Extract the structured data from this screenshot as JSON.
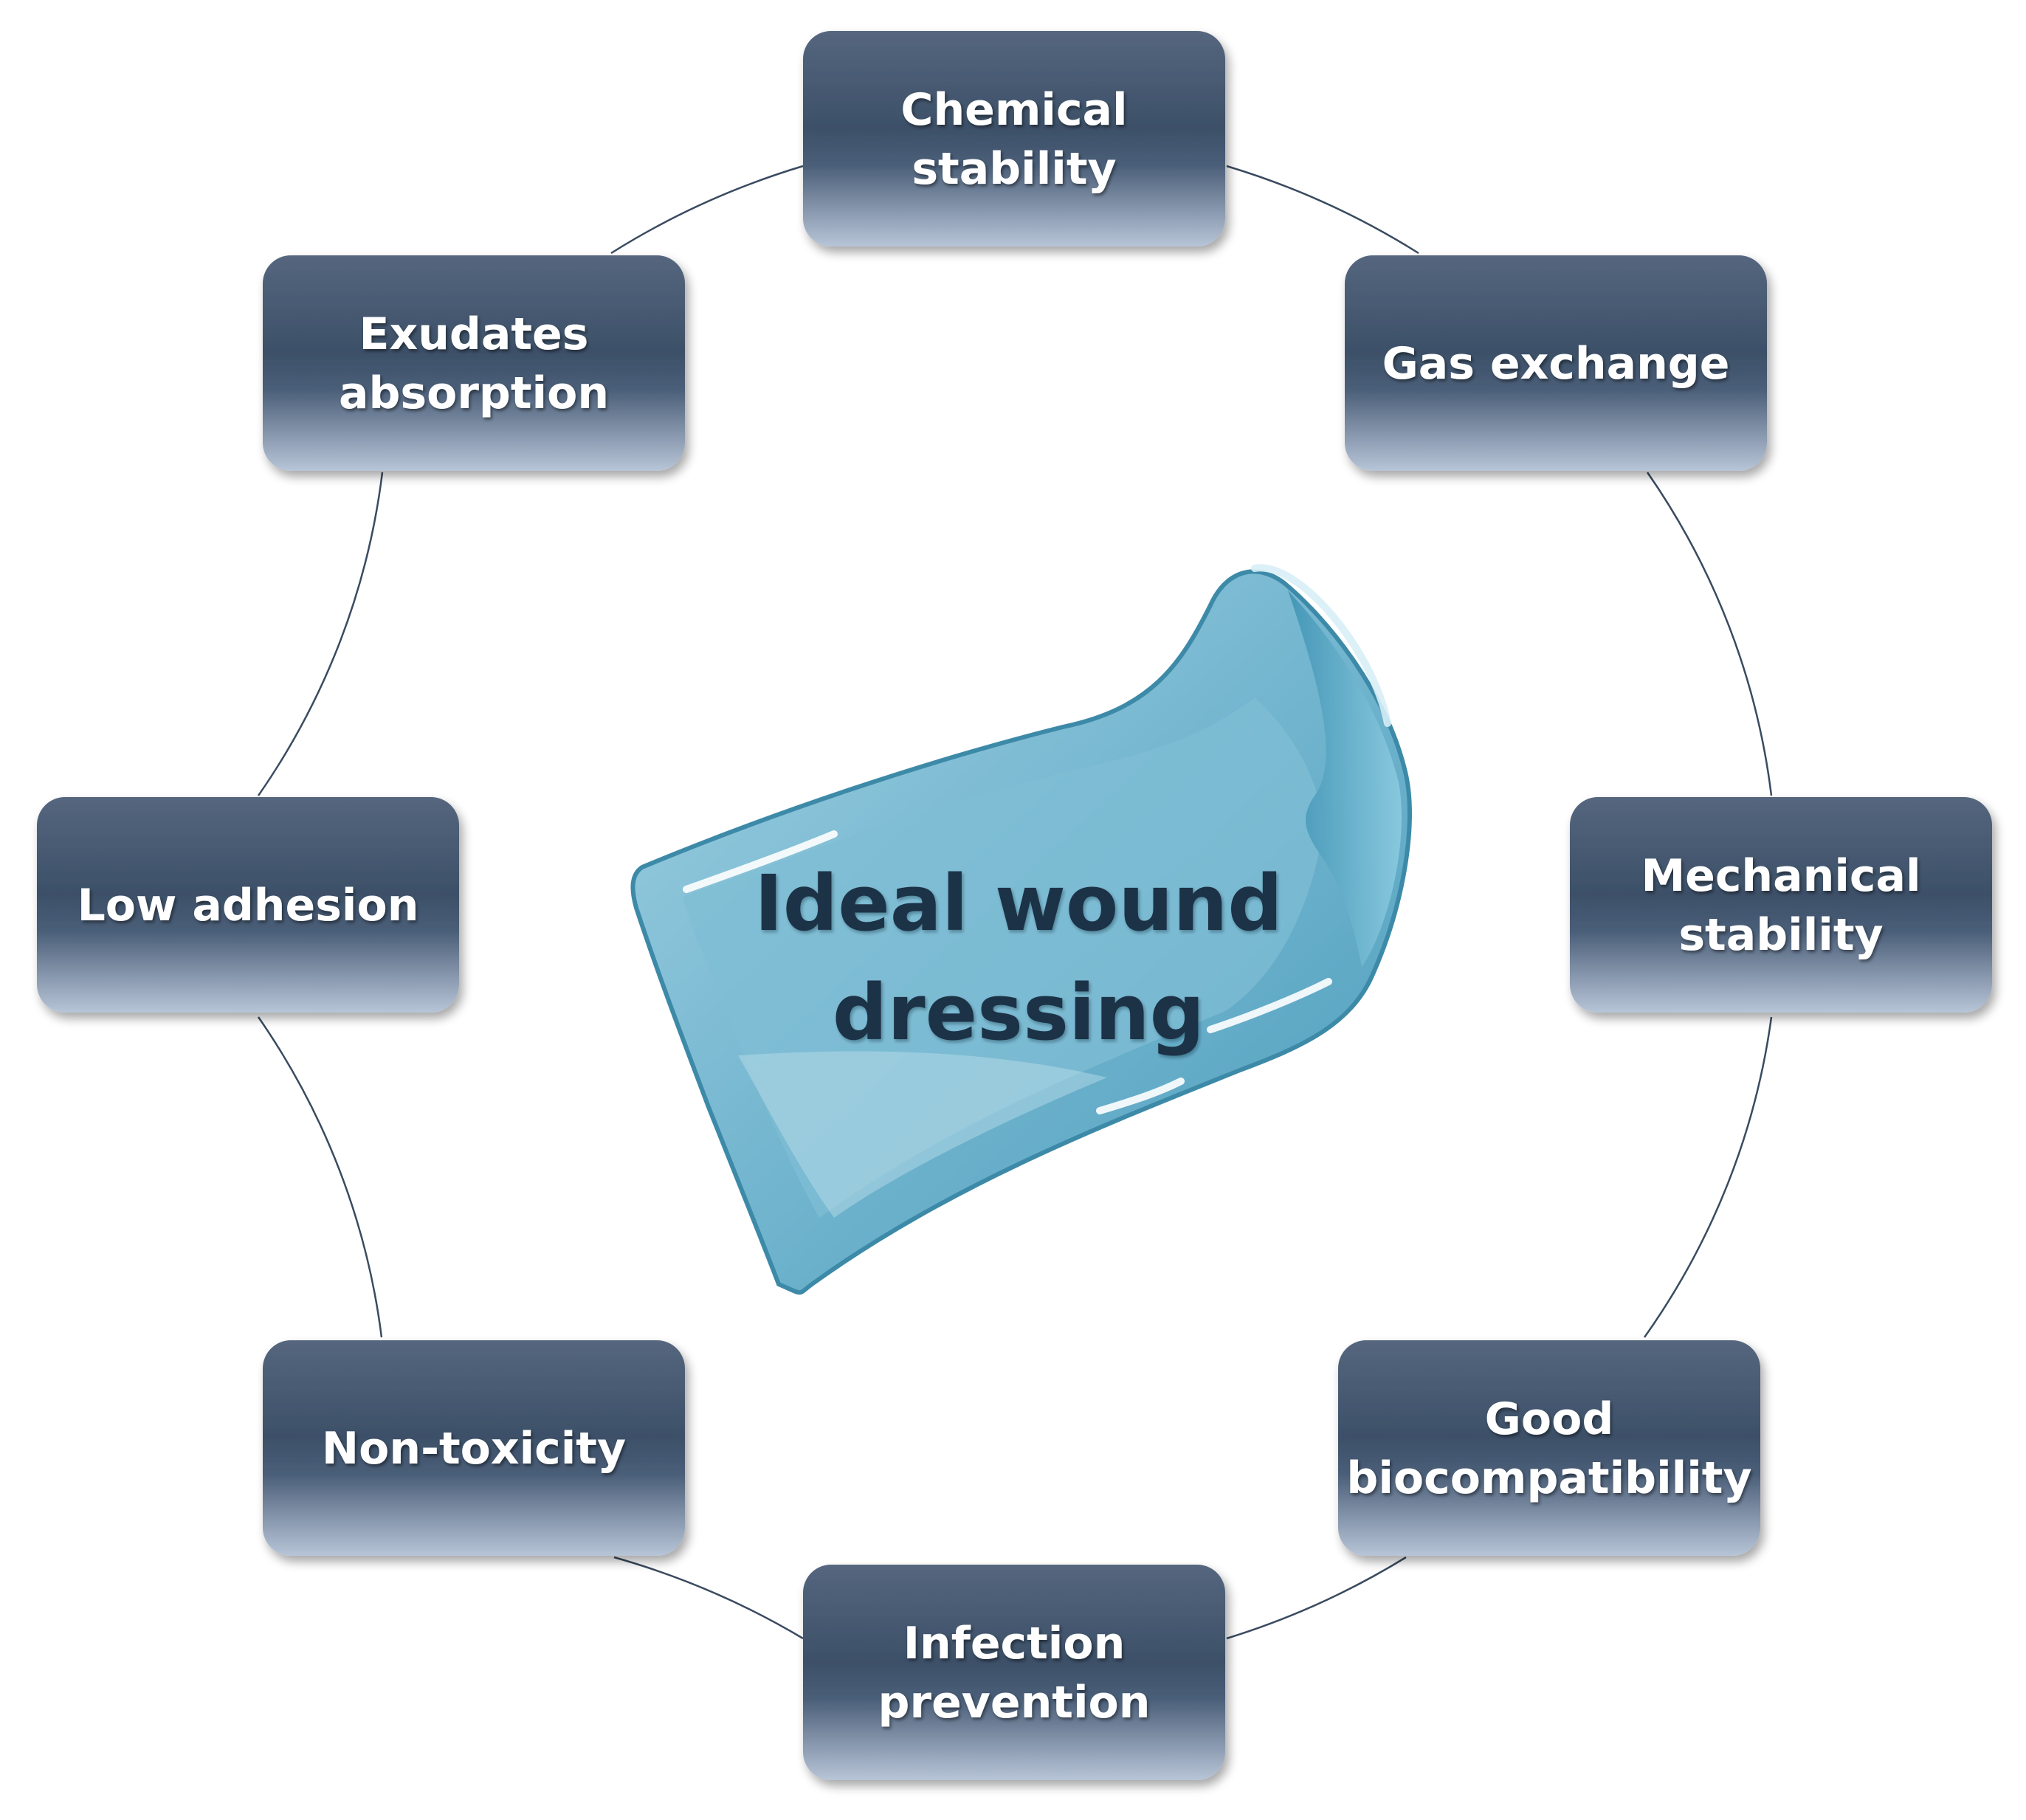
{
  "center": {
    "lines": [
      "Ideal wound",
      "dressing"
    ],
    "icon": "wound-dressing-patch"
  },
  "properties": [
    {
      "id": "chemical-stability",
      "lines": [
        "Chemical",
        "stability"
      ]
    },
    {
      "id": "gas-exchange",
      "lines": [
        "Gas exchange"
      ]
    },
    {
      "id": "mechanical-stability",
      "lines": [
        "Mechanical",
        "stability"
      ]
    },
    {
      "id": "good-biocompatibility",
      "lines": [
        "Good",
        "biocompatibility"
      ]
    },
    {
      "id": "infection-prevention",
      "lines": [
        "Infection",
        "prevention"
      ]
    },
    {
      "id": "non-toxicity",
      "lines": [
        "Non-toxicity"
      ]
    },
    {
      "id": "low-adhesion",
      "lines": [
        "Low adhesion"
      ]
    },
    {
      "id": "exudates-absorption",
      "lines": [
        "Exudates",
        "absorption"
      ]
    }
  ],
  "colors": {
    "box_top": "#4f6079",
    "box_mid": "#3c5068",
    "box_bottom": "#b2c0d4",
    "ring": "#3a4b60",
    "dressing_fill": "#74b6cf",
    "dressing_edge": "#3d8aa8",
    "center_text": "#1f3047"
  }
}
